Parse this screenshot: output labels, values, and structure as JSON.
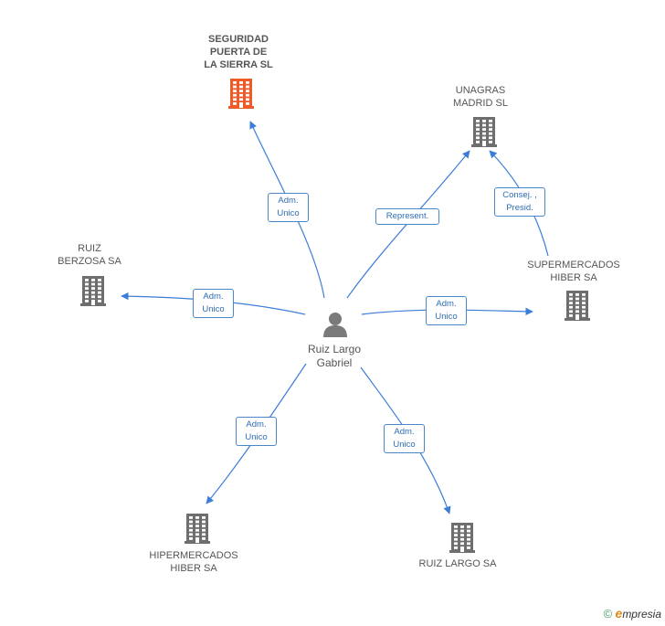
{
  "colors": {
    "edge": "#3b7dd8",
    "company_icon": "#6e6e6e",
    "highlight_icon": "#f05a28",
    "person_icon": "#7a7a7a"
  },
  "person": {
    "name_line1": "Ruiz Largo",
    "name_line2": "Gabriel",
    "icon": "person-icon"
  },
  "companies": [
    {
      "id": "seguridad",
      "lines": [
        "SEGURIDAD",
        "PUERTA DE",
        "LA SIERRA SL"
      ],
      "highlight": true,
      "icon": "building-icon"
    },
    {
      "id": "unagras",
      "lines": [
        "UNAGRAS",
        "MADRID SL"
      ],
      "highlight": false,
      "icon": "building-icon"
    },
    {
      "id": "ruiz-berzosa",
      "lines": [
        "RUIZ",
        "BERZOSA SA"
      ],
      "highlight": false,
      "icon": "building-icon"
    },
    {
      "id": "supermercados",
      "lines": [
        "SUPERMERCADOS",
        "HIBER SA"
      ],
      "highlight": false,
      "icon": "building-icon"
    },
    {
      "id": "hipermercados",
      "lines": [
        "HIPERMERCADOS",
        "HIBER SA"
      ],
      "highlight": false,
      "icon": "building-icon"
    },
    {
      "id": "ruiz-largo-sa",
      "lines": [
        "RUIZ LARGO SA"
      ],
      "highlight": false,
      "icon": "building-icon"
    }
  ],
  "relations": [
    {
      "from": "person",
      "to": "seguridad",
      "lines": [
        "Adm.",
        "Unico"
      ]
    },
    {
      "from": "person",
      "to": "unagras",
      "lines": [
        "Represent."
      ]
    },
    {
      "from": "supermercados",
      "to": "unagras",
      "lines": [
        "Consej. ,",
        "Presid."
      ]
    },
    {
      "from": "person",
      "to": "ruiz-berzosa",
      "lines": [
        "Adm.",
        "Unico"
      ]
    },
    {
      "from": "person",
      "to": "supermercados",
      "lines": [
        "Adm.",
        "Unico"
      ]
    },
    {
      "from": "person",
      "to": "hipermercados",
      "lines": [
        "Adm.",
        "Unico"
      ]
    },
    {
      "from": "person",
      "to": "ruiz-largo-sa",
      "lines": [
        "Adm.",
        "Unico"
      ]
    }
  ],
  "footer": {
    "copyright": "©",
    "brand_initial": "e",
    "brand_rest": "mpresia"
  }
}
